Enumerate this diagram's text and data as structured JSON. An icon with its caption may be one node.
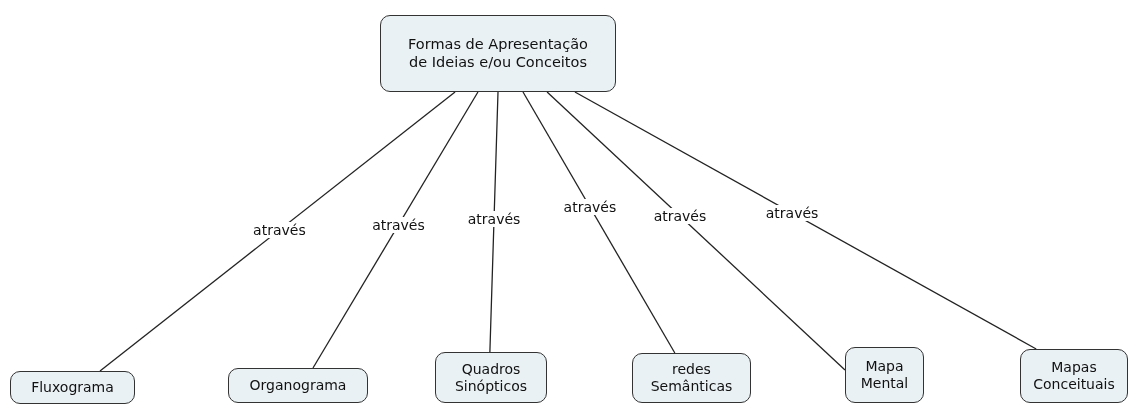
{
  "diagram": {
    "nodes": [
      {
        "text": [
          "Formas de Apresentação de Ideias e/ou Conceitos"
        ]
      },
      {
        "text": [
          "Fluxograma"
        ]
      },
      {
        "text": [
          "Organograma"
        ]
      },
      {
        "text": [
          "Quadros Sinópticos"
        ]
      },
      {
        "text": [
          "redes Semânticas"
        ]
      },
      {
        "text": [
          "Mapa Mental"
        ]
      },
      {
        "text": [
          "Mapas Conceituais"
        ]
      }
    ],
    "edges": [
      {
        "from": 0,
        "to": 1,
        "arrow": "none",
        "label": "através"
      },
      {
        "from": 0,
        "to": 2,
        "arrow": "none",
        "label": "através"
      },
      {
        "from": 0,
        "to": 3,
        "arrow": "none",
        "label": "através"
      },
      {
        "from": 0,
        "to": 4,
        "arrow": "none",
        "label": "através"
      },
      {
        "from": 0,
        "to": 5,
        "arrow": "none",
        "label": "através"
      },
      {
        "from": 0,
        "to": 6,
        "arrow": "none",
        "label": "através"
      }
    ]
  }
}
